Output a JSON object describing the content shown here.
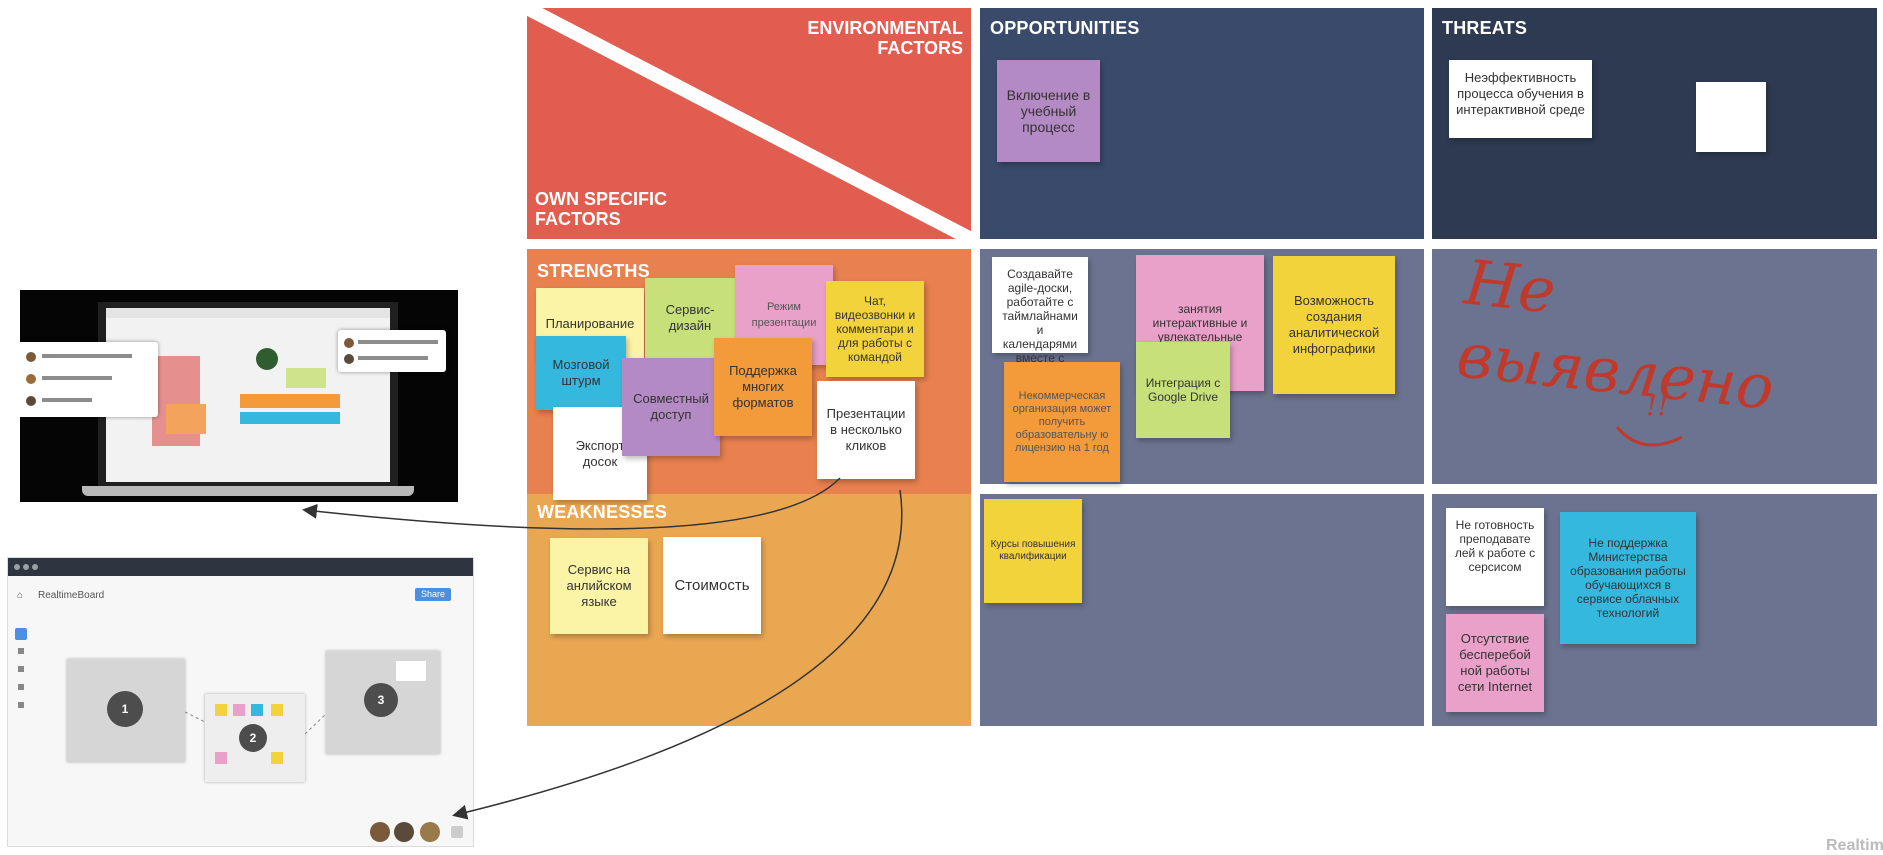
{
  "header": {
    "environmental_factors": "ENVIRONMENTAL\nFACTORS",
    "own_specific_factors": "OWN SPECIFIC\nFACTORS",
    "opportunities": "OPPORTUNITIES",
    "threats": "THREATS",
    "strengths": "STRENGTHS",
    "weaknesses": "WEAKNESSES"
  },
  "colors": {
    "red": "#e05d50",
    "navy": "#3a4a6b",
    "dark_navy": "#2e3a52",
    "slate": "#6b7390",
    "orange_strength": "#e8814f",
    "orange_weak": "#eaa752"
  },
  "opportunities_notes": [
    "Включение в учебный процесс"
  ],
  "threats_notes": [
    "Неэффективность процесса обучения в интерактивной среде",
    ""
  ],
  "strength_notes": [
    "Планирование",
    "Сервис-дизайн",
    "Режим презентации",
    "Чат, видеозвонки и комментари и для работы с командой",
    "Мозговой штурм",
    "Совместный доступ",
    "Поддержка многих форматов",
    "Презентации в несколько кликов",
    "Экспорт досок"
  ],
  "so_notes": [
    "Создавайте agile-доски, работайте с таймлайнами и календарями вместе с командой.",
    "занятия интерактивные и увлекательные",
    "Возможность создания аналитической инфографики",
    "Интеграция с Google Drive",
    "Некоммерческая организация может получить образовательну ю лицензию на 1 год"
  ],
  "st_handwriting": [
    "Не выявлено",
    "!!"
  ],
  "weakness_notes": [
    "Сервис на анлийском языке",
    "Стоимость"
  ],
  "wo_notes": [
    "Курсы повышения квалификации"
  ],
  "wt_notes": [
    "Не готовность преподавате лей к работе с серсисом",
    "Не поддержка Министерства образования работы обучающихся в сервисе облачных технологий",
    "Отсутствие бесперебой ной работы сети Internet"
  ],
  "board_shot": {
    "board_name": "RealtimeBoard",
    "share_label": "Share",
    "frames": [
      "1",
      "2",
      "3"
    ]
  },
  "watermark": "Realtim"
}
